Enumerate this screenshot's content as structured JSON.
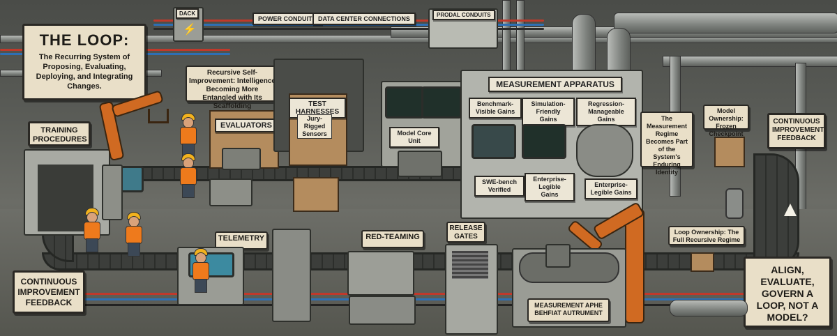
{
  "title_sign": {
    "heading": "THE LOOP:",
    "subtitle": "The Recurring System of Proposing, Evaluating, Deploying, and Integrating Changes."
  },
  "recursive_sign": "Recursive Self-Improvement: Intelligence Becoming More Entangled with Its Scaffolding",
  "top_tags": {
    "power": "POWER CONDUITS",
    "data_center": "DATA CENTER CONNECTIONS",
    "dack": "DACK",
    "prodal": "PRODAL CONDUITS"
  },
  "stations": {
    "training": "TRAINING PROCEDURES",
    "evaluators": "EVALUATORS",
    "test_harnesses": "TEST HARNESSES",
    "jury_rigged": "Jury-Rigged Sensors",
    "model_core": "Model Core Unit",
    "telemetry": "TELEMETRY",
    "red_teaming": "RED-TEAMING",
    "release_gates": "RELEASE GATES"
  },
  "measurement": {
    "title": "MEASUREMENT APPARATUS",
    "benchmark": "Benchmark-Visible Gains",
    "simulation": "Simulation-Friendly Gains",
    "regression": "Regression-Manageable Gains",
    "swe_bench": "SWE-bench Verified",
    "enterprise_1": "Enterprise-Legible Gains",
    "enterprise_2": "Enterprise-Legible Gains",
    "bottom_sign": "MEASUREMENT APHE BEHFIAT AUTRUMENT"
  },
  "right_signs": {
    "regime": "The Measurement Regime Becomes Part of the System's Enduring Identity",
    "model_ownership": "Model Ownership: Frozen Checkpoint",
    "continuous_top": "CONTINUOUS IMPROVEMENT FEEDBACK",
    "loop_ownership": "Loop Ownership: The Full Recursive Regime",
    "align": "ALIGN, EVALUATE, GOVERN A LOOP, NOT A MODEL?"
  },
  "left_bottom_sign": "CONTINUOUS IMPROVEMENT FEEDBACK",
  "colors": {
    "sign_bg": "#e9dfc8",
    "vest": "#ee7a1c",
    "hardhat": "#f2b21d",
    "robot_arm": "#d06a22",
    "crate": "#b48c5e",
    "pipe": "#8e928d"
  }
}
